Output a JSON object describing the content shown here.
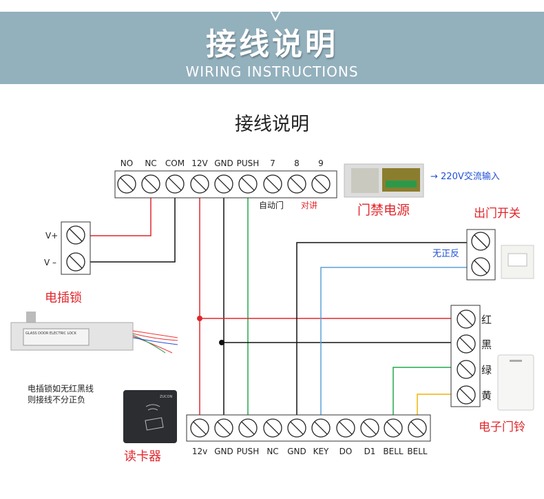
{
  "header": {
    "title": "接线说明",
    "subtitle": "WIRING INSTRUCTIONS"
  },
  "diagram_title": "接线说明",
  "top_terminals": [
    "NO",
    "NC",
    "COM",
    "12V",
    "GND",
    "PUSH",
    "7",
    "8",
    "9"
  ],
  "top_notes": {
    "auto_door": "自动门",
    "intercom": "对讲"
  },
  "power": {
    "label": "门禁电源",
    "input": "→ 220V交流输入"
  },
  "lock": {
    "label": "电插锁",
    "vplus": "V+",
    "vminus": "V –",
    "note1": "电插锁如无红黑线",
    "note2": "则接线不分正负",
    "product_text": "GLASS DOOR ELECTRIC LOCK"
  },
  "exit_switch": {
    "label": "出门开关",
    "note": "无正反"
  },
  "bell_wires": [
    "红",
    "黑",
    "绿",
    "黄"
  ],
  "doorbell": {
    "label": "电子门铃"
  },
  "reader": {
    "label": "读卡器",
    "brand": "ZUCON"
  },
  "bottom_terminals": [
    "12v",
    "GND",
    "PUSH",
    "NC",
    "GND",
    "KEY",
    "DO",
    "D1",
    "BELL",
    "BELL"
  ],
  "colors": {
    "red": "#e0262c",
    "black": "#111111",
    "green": "#22a84a",
    "blue": "#5aa0d8",
    "yellow": "#f0b400",
    "band": "#93b0bd"
  }
}
